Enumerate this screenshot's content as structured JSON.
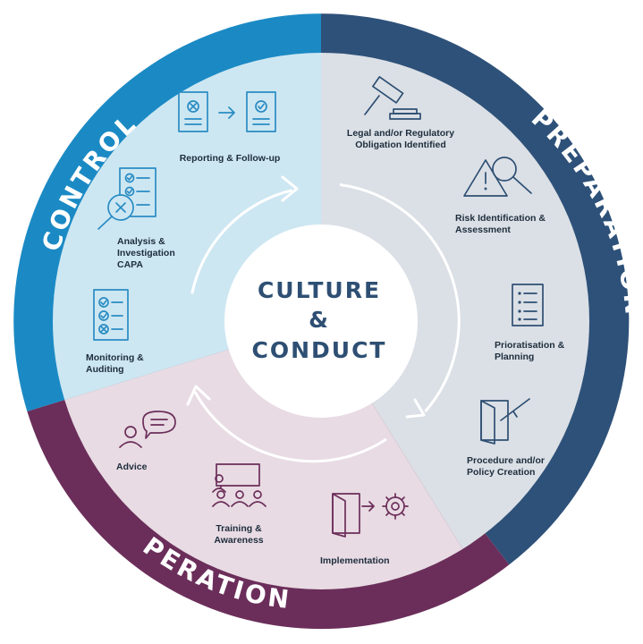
{
  "diagram": {
    "center": {
      "line1": "CULTURE",
      "line2": "&",
      "line3": "CONDUCT"
    },
    "segments": {
      "control": {
        "label": "CONTROL",
        "color": "#1b8ac4",
        "fill": "#cde7f2"
      },
      "preparation": {
        "label": "PREPARATION",
        "color": "#2e5179",
        "fill": "#dbe0e6"
      },
      "operations": {
        "label": "OPERATIONS",
        "color": "#6b2e5a",
        "fill": "#e8dbe3"
      }
    },
    "steps": {
      "legal": {
        "lines": [
          "Legal and/or Regulatory",
          "Obligation Identified"
        ],
        "icon": "gavel-icon"
      },
      "risk": {
        "lines": [
          "Risk Identification &",
          "Assessment"
        ],
        "icon": "warning-magnifier-icon"
      },
      "prioritisation": {
        "lines": [
          "Prioratisation &",
          "Planning"
        ],
        "icon": "checklist-icon"
      },
      "procedure": {
        "lines": [
          "Procedure and/or",
          "Policy Creation"
        ],
        "icon": "door-pen-icon"
      },
      "implementation": {
        "lines": [
          "Implementation"
        ],
        "icon": "door-gear-icon"
      },
      "training": {
        "lines": [
          "Training &",
          "Awareness"
        ],
        "icon": "presentation-icon"
      },
      "advice": {
        "lines": [
          "Advice"
        ],
        "icon": "person-speech-icon"
      },
      "monitoring": {
        "lines": [
          "Monitoring &",
          "Auditing"
        ],
        "icon": "check-list-icon"
      },
      "analysis": {
        "lines": [
          "Analysis &",
          "Investigation",
          "CAPA"
        ],
        "icon": "magnifier-list-icon"
      },
      "reporting": {
        "lines": [
          "Reporting & Follow-up"
        ],
        "icon": "documents-arrow-icon"
      }
    }
  }
}
